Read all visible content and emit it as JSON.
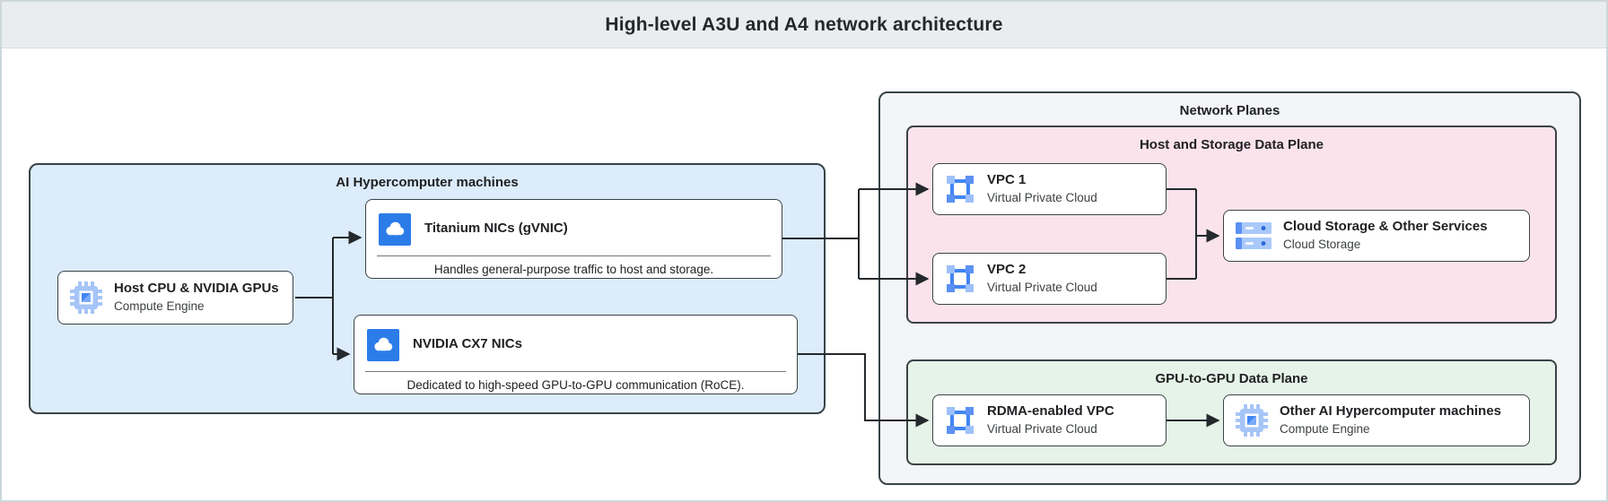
{
  "header": {
    "title": "High-level A3U and A4 network architecture"
  },
  "ai_machines": {
    "title": "AI Hypercomputer machines",
    "host": {
      "title": "Host CPU & NVIDIA GPUs",
      "subtitle": "Compute Engine",
      "icon": "compute-engine-icon"
    },
    "titanium_nic": {
      "title": "Titanium NICs (gVNIC)",
      "description": "Handles general-purpose traffic to host and storage.",
      "icon": "cloud-nic-icon"
    },
    "cx7_nic": {
      "title": "NVIDIA CX7 NICs",
      "description": "Dedicated to high-speed GPU-to-GPU communication (RoCE).",
      "icon": "cloud-nic-icon"
    }
  },
  "network_planes": {
    "title": "Network Planes",
    "host_storage_plane": {
      "title": "Host and Storage Data Plane",
      "vpc1": {
        "title": "VPC 1",
        "subtitle": "Virtual Private Cloud",
        "icon": "vpc-icon"
      },
      "vpc2": {
        "title": "VPC 2",
        "subtitle": "Virtual Private Cloud",
        "icon": "vpc-icon"
      },
      "cloud_storage": {
        "title": "Cloud Storage & Other Services",
        "subtitle": "Cloud Storage",
        "icon": "cloud-storage-icon"
      }
    },
    "gpu_plane": {
      "title": "GPU-to-GPU Data Plane",
      "rdma_vpc": {
        "title": "RDMA-enabled VPC",
        "subtitle": "Virtual Private Cloud",
        "icon": "vpc-icon"
      },
      "other_machines": {
        "title": "Other AI Hypercomputer machines",
        "subtitle": "Compute Engine",
        "icon": "compute-engine-icon"
      }
    }
  },
  "colors": {
    "header_bg": "#e9edee",
    "machines_bg": "#dcecfb",
    "planes_bg": "#f4f5f6",
    "host_storage_bg": "#fbe3eb",
    "gpu_plane_bg": "#e5f3e8",
    "box_border": "#3a4347",
    "connector": "#24292d",
    "icon_blue": "#4285f4",
    "icon_blue_light": "#a6c5f7",
    "cloud_square_blue": "#2b7ce9"
  }
}
